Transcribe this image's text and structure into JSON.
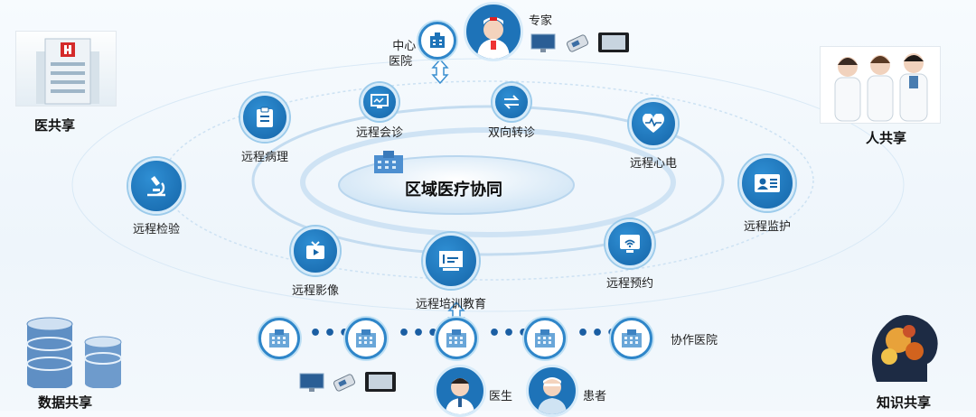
{
  "corners": {
    "top_left": "医共享",
    "top_right": "人共享",
    "bottom_left": "数据共享",
    "bottom_right": "知识共享"
  },
  "top": {
    "center_hospital": "中心\n医院",
    "expert": "专家"
  },
  "center": {
    "title": "区域医疗协同"
  },
  "services": {
    "consultation": "远程会诊",
    "referral": "双向转诊",
    "pathology": "远程病理",
    "ecg": "远程心电",
    "lab": "远程检验",
    "monitoring": "远程监护",
    "imaging": "远程影像",
    "appointment": "远程预约",
    "training": "远程培训教育"
  },
  "bottom": {
    "collab_hospital": "协作医院",
    "doctor": "医生",
    "patient": "患者"
  },
  "colors": {
    "icon_blue": "#1e73b8",
    "ring": "#bcd9f0",
    "bg": "#eef5fb"
  }
}
